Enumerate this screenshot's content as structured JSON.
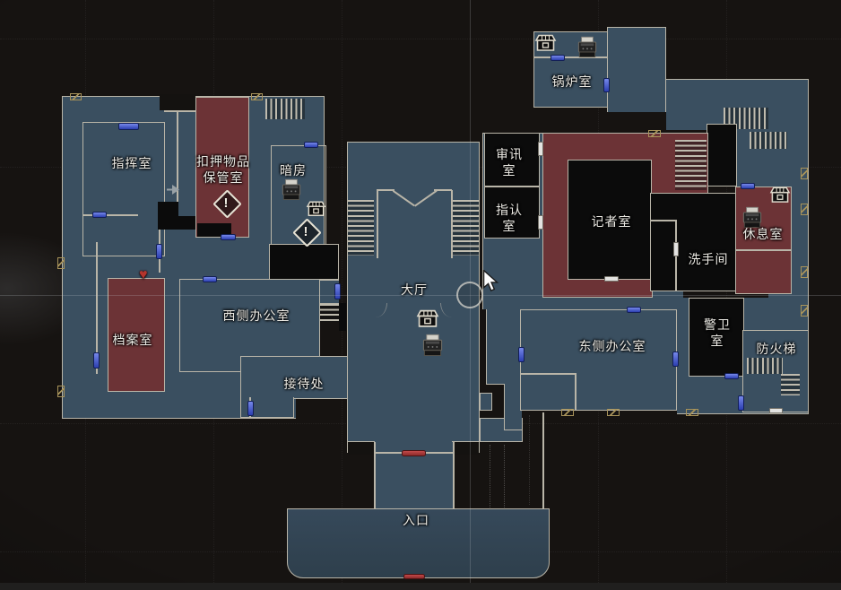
{
  "palette": {
    "background": "#161311",
    "room_explored": "#3a4f60",
    "room_item": "#6c3336",
    "room_unexplored": "#0b0b0b",
    "wall": "#b9b5a8",
    "door_blue": "#3c55cc",
    "door_red": "#a83636",
    "door_white": "#e3e3e1",
    "window_marker": "#a8935a",
    "label_text": "#eceae4"
  },
  "rooms": {
    "command": {
      "label": "指挥室"
    },
    "confiscated_storage": {
      "label": "扣押物品保管室"
    },
    "darkroom": {
      "label": "暗房"
    },
    "records": {
      "label": "档案室"
    },
    "west_office": {
      "label": "西侧办公室"
    },
    "reception": {
      "label": "接待处"
    },
    "main_hall": {
      "label": "大厅"
    },
    "entrance": {
      "label": "入口"
    },
    "boiler": {
      "label": "锅炉室"
    },
    "interrogation": {
      "label": "审讯室"
    },
    "lineup": {
      "label": "指认室"
    },
    "press": {
      "label": "记者室"
    },
    "washroom": {
      "label": "洗手间"
    },
    "break_room": {
      "label": "休息室"
    },
    "east_office": {
      "label": "东侧办公室"
    },
    "guard": {
      "label": "警卫室"
    },
    "fire_escape": {
      "label": "防火梯"
    }
  },
  "icons": {
    "warning_glyph": "!",
    "heart_glyph": "♥"
  }
}
